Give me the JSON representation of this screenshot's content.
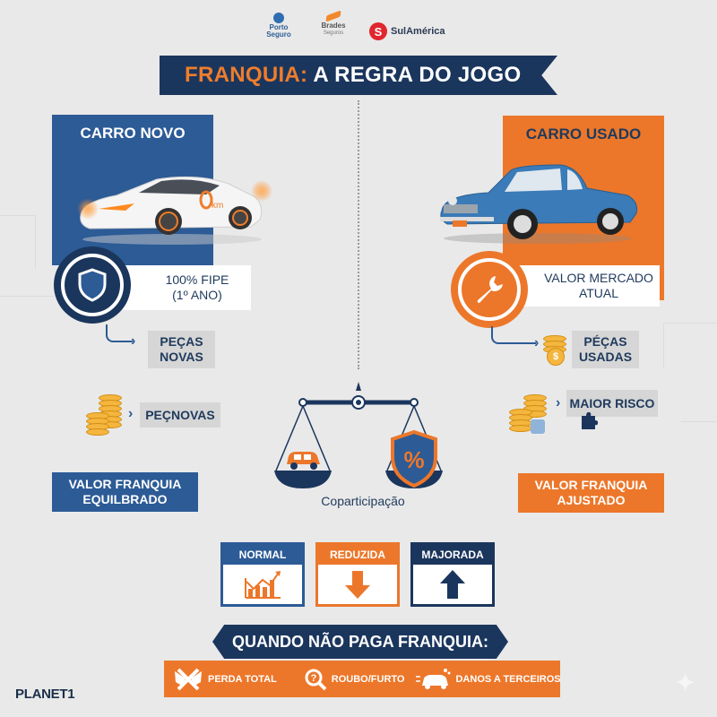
{
  "logos": {
    "porto": {
      "line1": "Porto",
      "line2": "Seguro"
    },
    "brades": {
      "line1": "Brades",
      "line2": "Seguros"
    },
    "sulamerica": {
      "mark": "S",
      "name": "SulAmérica"
    }
  },
  "title": {
    "orange": "FRANQUIA:",
    "white": "A REGRA DO JOGO"
  },
  "left": {
    "panel_title": "CARRO NOVO",
    "car_badge": "0km",
    "icon": "shield-icon",
    "fipe_line1": "100% FIPE",
    "fipe_line2": "(1º ANO)",
    "chip1_line1": "PEÇAS",
    "chip1_line2": "NOVAS",
    "chip2": "PEÇNOVAS",
    "value_line1": "VALOR FRANQUIA",
    "value_line2": "EQUILBRADO"
  },
  "right": {
    "panel_title": "CARRO USADO",
    "icon": "wrench-icon",
    "market_line1": "VALOR MERCADO",
    "market_line2": "ATUAL",
    "chip1_line1": "PÉÇAS",
    "chip1_line2": "USADAS",
    "chip2": "MAIOR RISCO",
    "value_line1": "VALOR FRANQUIA",
    "value_line2": "AJUSTADO"
  },
  "center": {
    "scale_label": "Coparticipação",
    "right_pan_symbol": "%"
  },
  "modalities": [
    {
      "label": "NORMAL",
      "icon": "growth-chart-icon"
    },
    {
      "label": "REDUZIDA",
      "icon": "arrow-down-icon"
    },
    {
      "label": "MAJORADA",
      "icon": "arrow-up-icon"
    }
  ],
  "no_franchise": {
    "heading": "QUANDO NÃO PAGA FRANQUIA:",
    "items": [
      {
        "label": "PERDA TOTAL",
        "icon": "crashed-cars-icon"
      },
      {
        "label": "ROUBO/FURTO",
        "icon": "magnifier-question-icon"
      },
      {
        "label": "DANOS A TERCEIROS",
        "icon": "car-damage-icon"
      }
    ]
  },
  "brand": "PLANET1",
  "colors": {
    "navy": "#1b365d",
    "blue": "#2c5b96",
    "orange": "#ec772a",
    "bg": "#e9e9e9"
  }
}
